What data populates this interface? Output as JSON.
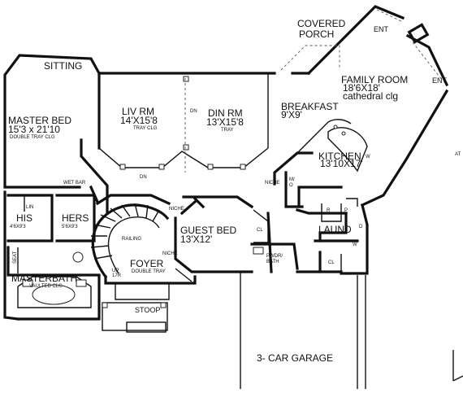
{
  "rooms": {
    "covered_porch": {
      "line1": "COVERED",
      "line2": "PORCH"
    },
    "ent_top": "ENT",
    "ent_right": "ENT",
    "family_room": {
      "name": "FAMILY ROOM",
      "dims": "18'6X18'",
      "note": "cathedral clg"
    },
    "sitting": "SITTING",
    "master_bed": {
      "name": "MASTER BED",
      "dims": "15'3 x 21'10",
      "note": "DOUBLE TRAY CLG"
    },
    "liv_rm": {
      "name": "LIV RM",
      "dims": "14'X15'8",
      "note": "TRAY CLG"
    },
    "din_rm": {
      "name": "DIN RM",
      "dims": "13'X15'8",
      "note": "TRAY"
    },
    "dn_top": "DN",
    "dn_bottom": "DN",
    "breakfast": {
      "name": "BREAKFAST",
      "dims": "9'X9'"
    },
    "kitchen": {
      "name": "KITCHEN",
      "dims": "13'10X17'"
    },
    "w_mark": "W",
    "niche_kitchen": "NICHE",
    "mo": {
      "line1": "M/",
      "line2": "O"
    },
    "at_mark": "AT",
    "wet_bar": "WET BAR",
    "lin": "LIN",
    "his": {
      "name": "HIS",
      "dims": "4'6X9'3"
    },
    "hers": {
      "name": "HERS",
      "dims": "5'6X9'3"
    },
    "seat": "SEAT",
    "masterbath": {
      "name": "MASTERBATH",
      "note": "VAULTED CLG"
    },
    "niche_foyer_top": "NICHE",
    "railing": "RAILING",
    "up_label": {
      "line1": "UP",
      "line2": "17R"
    },
    "foyer": {
      "name": "FOYER",
      "note": "DOUBLE TRAY"
    },
    "niche_foyer_right": "NICHE",
    "stoop": "STOOP",
    "guest_bed": {
      "name": "GUEST BED",
      "dims": "13'X12'"
    },
    "cl_guest": "CL",
    "pwdr_bath": {
      "line1": "PWDR/",
      "line2": "BATH"
    },
    "r_mark": "R",
    "p_mark": "P",
    "laund": "LAUND",
    "d_mark": "D",
    "w_laund": "W",
    "cl_laund": "CL",
    "garage": "3- CAR GARAGE"
  }
}
